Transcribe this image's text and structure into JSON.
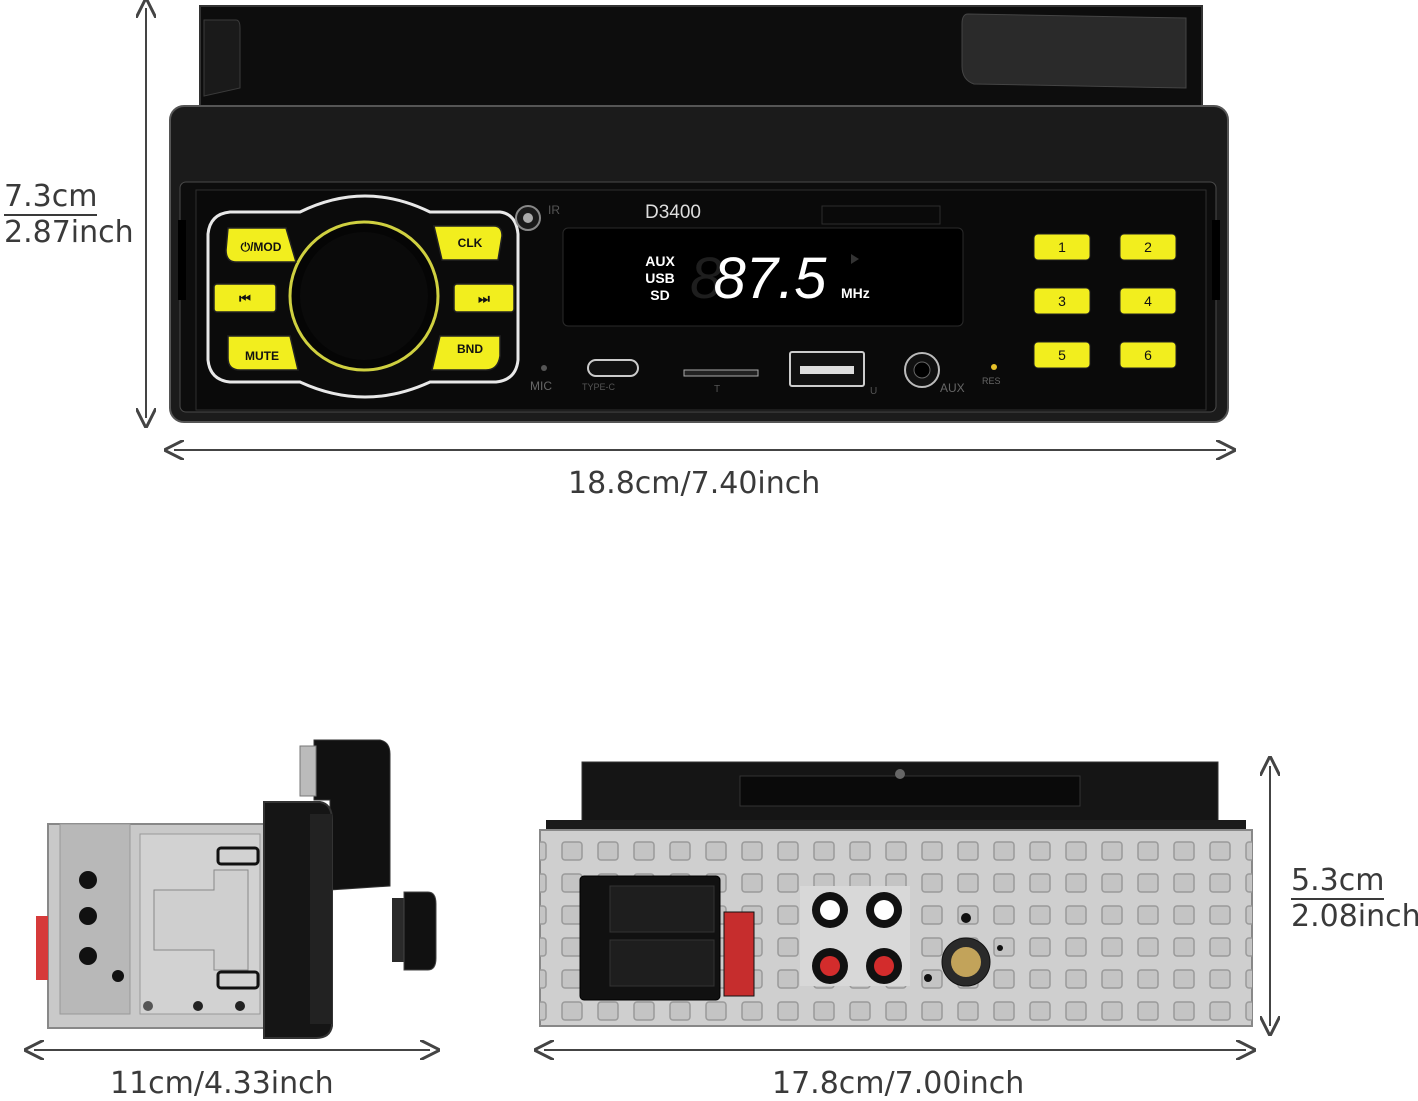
{
  "front": {
    "model": "D3400",
    "ir_label": "IR",
    "buttons": {
      "mod": "⏻/MOD",
      "clk": "CLK",
      "prev": "⏮",
      "next": "⏭",
      "mute": "MUTE",
      "bnd": "BND"
    },
    "presets": [
      "1",
      "2",
      "3",
      "4",
      "5",
      "6"
    ],
    "display": {
      "sources": [
        "AUX",
        "USB",
        "SD"
      ],
      "frequency": "87.5",
      "unit": "MHz"
    },
    "ports": {
      "mic": "MIC",
      "typec": "TYPE-C",
      "tf": "T",
      "usb": "U",
      "aux": "AUX",
      "res": "RES"
    },
    "height_cm": "7.3cm",
    "height_inch": "2.87inch",
    "width": "18.8cm/7.40inch"
  },
  "side": {
    "depth": "11cm/4.33inch"
  },
  "back": {
    "height_cm": "5.3cm",
    "height_inch": "2.08inch",
    "width": "17.8cm/7.00inch"
  },
  "colors": {
    "button_yellow": "#f2ee1e",
    "body_black": "#111111",
    "display_white": "#ffffff",
    "chassis_gray": "#c9c9c9"
  }
}
